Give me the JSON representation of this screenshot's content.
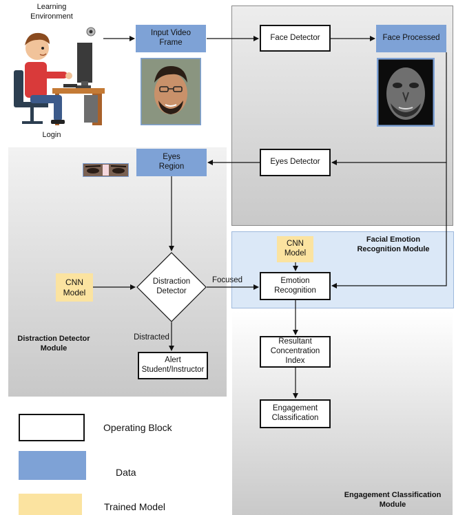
{
  "student": {
    "env_label": "Learning\nEnvironment",
    "login_label": "Login"
  },
  "blocks": {
    "input_video_frame": "Input Video\nFrame",
    "face_detector": "Face Detector",
    "face_processed": "Face Processed",
    "eyes_detector": "Eyes Detector",
    "eyes_region": "Eyes\nRegion",
    "cnn_model_fer": "CNN\nModel",
    "cnn_model_dd": "CNN\nModel",
    "distraction_detector": "Distraction\nDetector",
    "emotion_recognition": "Emotion\nRecognition",
    "alert": "Alert\nStudent/Instructor",
    "resultant_ci": "Resultant\nConcentration\nIndex",
    "engagement_classification": "Engagement\nClassification"
  },
  "edge_labels": {
    "focused": "Focused",
    "distracted": "Distracted"
  },
  "modules": {
    "fer": "Facial Emotion\nRecognition Module",
    "distraction": "Distraction Detector\nModule",
    "engagement": "Engagement Classification\nModule"
  },
  "legend": {
    "operating_block": "Operating Block",
    "data": "Data",
    "trained_model": "Trained Model"
  },
  "colors": {
    "data": "#7ea2d6",
    "trained_model": "#fbe3a0",
    "fer_panel": "#dbe8f7"
  }
}
